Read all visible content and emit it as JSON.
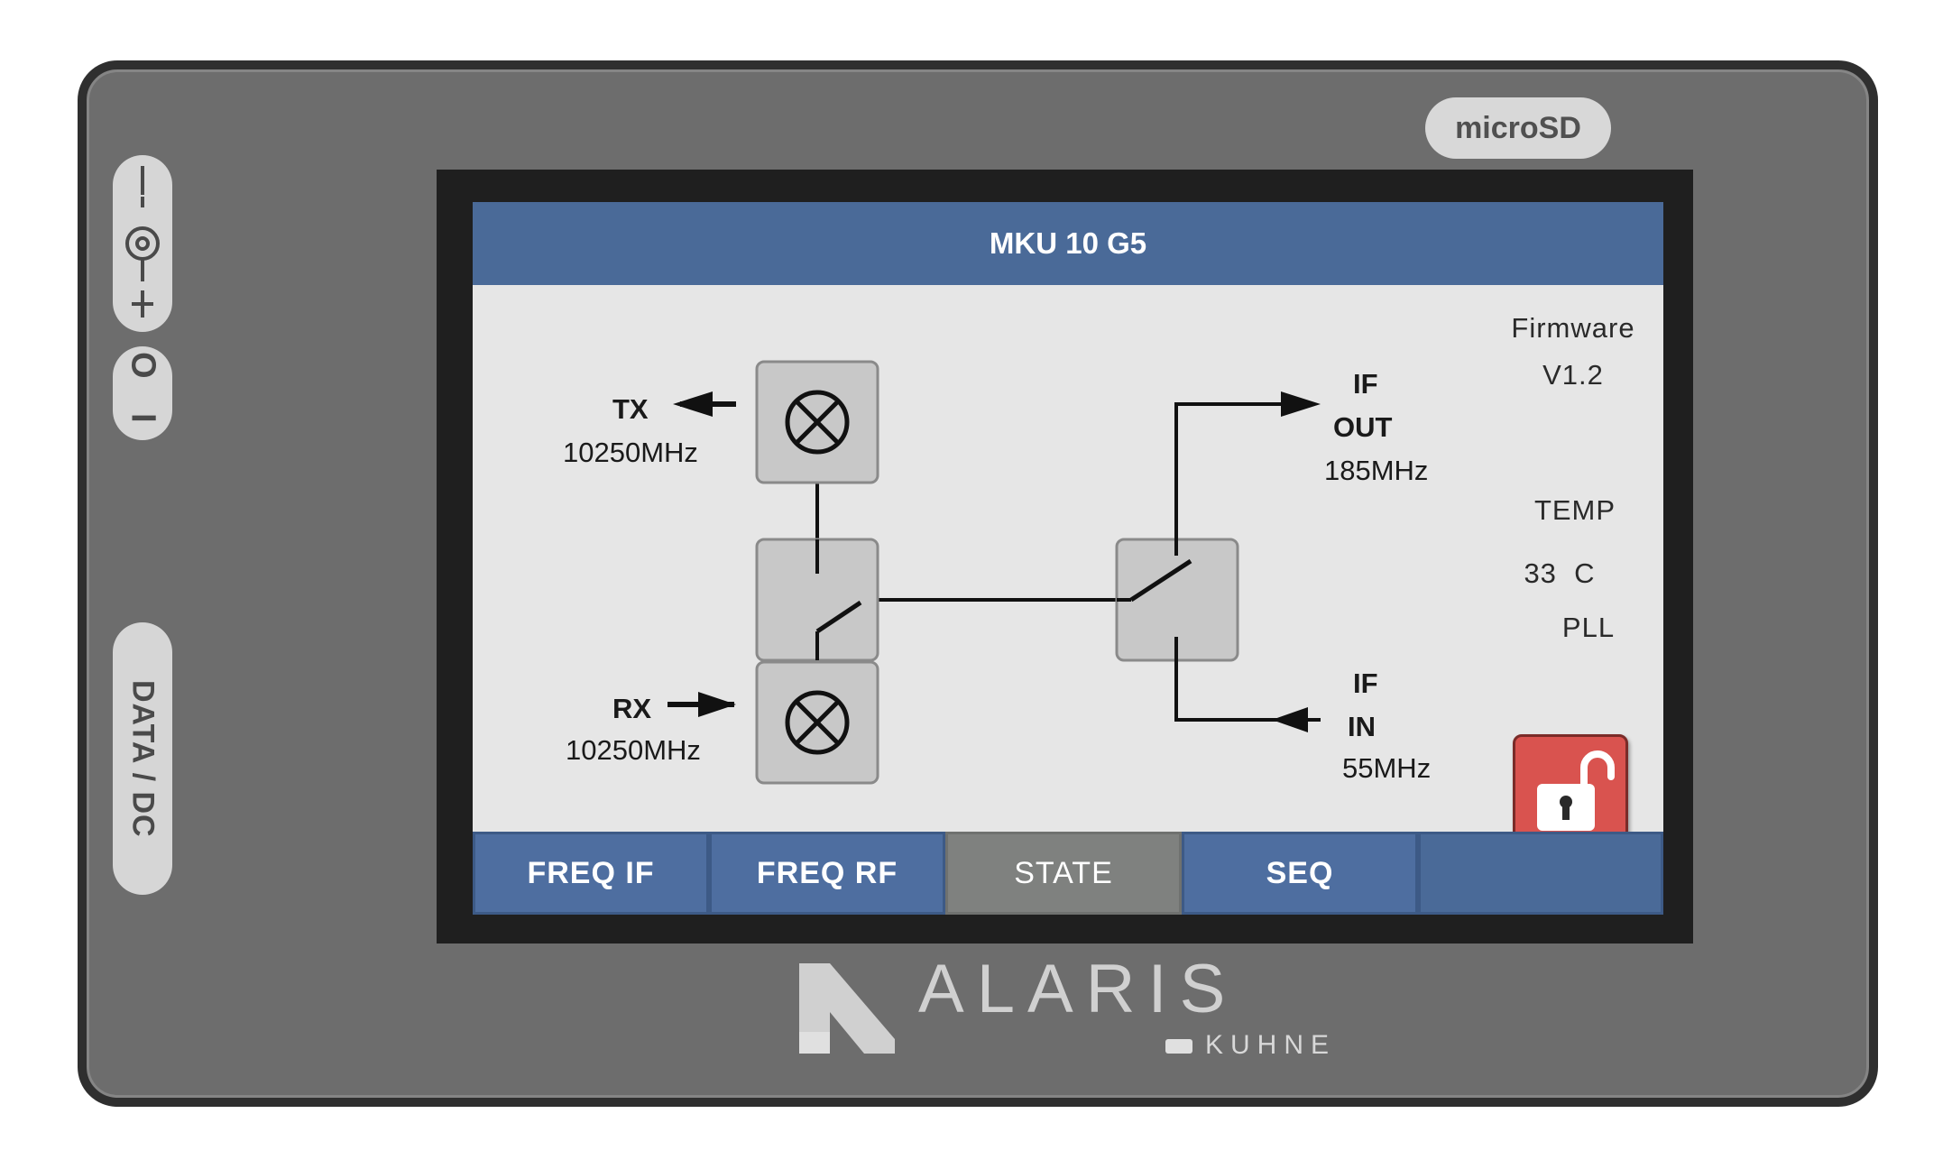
{
  "device": {
    "microsd_label": "microSD",
    "data_dc_label": "DATA / DC",
    "power_minus": "−",
    "power_plus": "+",
    "switch_label": "O I"
  },
  "screen": {
    "title": "MKU 10 G5",
    "tx": {
      "label": "TX",
      "freq": "10250MHz"
    },
    "rx": {
      "label": "RX",
      "freq": "10250MHz"
    },
    "if_out": {
      "label_top": "IF",
      "label_bottom": "OUT",
      "freq": "185MHz"
    },
    "if_in": {
      "label_top": "IF",
      "label_bottom": "IN",
      "freq": "55MHz"
    },
    "firmware_label": "Firmware",
    "firmware_version": "V1.2",
    "temp_label": "TEMP",
    "temp_value": "33  C",
    "pll_label": "PLL"
  },
  "tabs": [
    {
      "label": "FREQ IF",
      "active": false
    },
    {
      "label": "FREQ RF",
      "active": false
    },
    {
      "label": "STATE",
      "active": true
    },
    {
      "label": "SEQ",
      "active": false
    },
    {
      "label": "",
      "active": false
    }
  ],
  "brand": {
    "name": "ALARIS",
    "sub": "KUHNE"
  },
  "colors": {
    "header": "#4a6a98",
    "tab_active": "#7f817f",
    "lock_red": "#d9534f",
    "device_body": "#6d6d6d"
  },
  "icons": {
    "mixer": "mixer-icon",
    "switch": "rf-switch-icon",
    "lock": "unlocked-padlock-icon",
    "power": "dc-power-jack-icon"
  }
}
